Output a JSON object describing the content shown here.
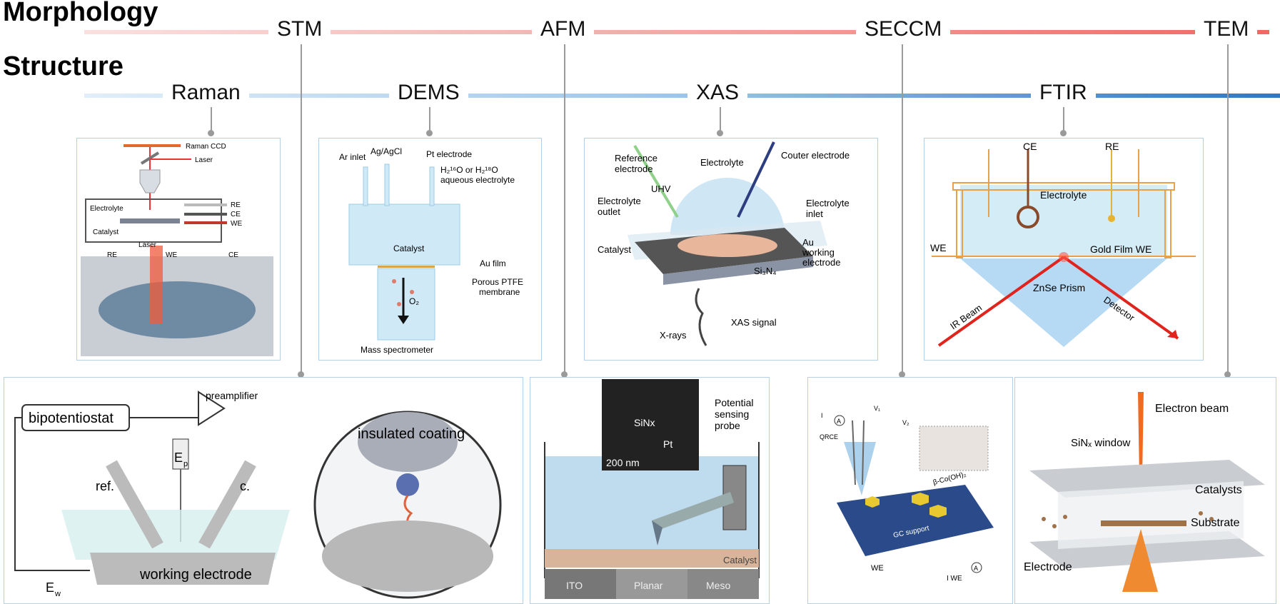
{
  "headings": {
    "morphology": "Morphology",
    "structure": "Structure"
  },
  "morphology_techniques": [
    "STM",
    "AFM",
    "SECCM",
    "TEM"
  ],
  "structure_techniques": [
    "Raman",
    "DEMS",
    "XAS",
    "FTIR"
  ],
  "raman": {
    "ccd": "Raman CCD",
    "laser": "Laser",
    "electrolyte": "Electrolyte",
    "catalyst": "Catalyst",
    "re": "RE",
    "ce": "CE",
    "we": "WE",
    "photo_laser": "Laser",
    "photo_re": "RE",
    "photo_we": "WE",
    "photo_ce": "CE"
  },
  "dems": {
    "ar_inlet": "Ar inlet",
    "agcl": "Ag/AgCl",
    "pt": "Pt electrode",
    "water": "H₂¹⁶O or H₂¹⁸O",
    "aqueous": "aqueous electrolyte",
    "catalyst": "Catalyst",
    "au_film": "Au film",
    "ptfe1": "Porous PTFE",
    "ptfe2": "membrane",
    "o2": "O₂",
    "ms": "Mass spectrometer"
  },
  "xas": {
    "ref1": "Reference",
    "ref2": "electrode",
    "electrolyte": "Electrolyte",
    "couter": "Couter electrode",
    "uhv": "UHV",
    "outlet1": "Electrolyte",
    "outlet2": "outlet",
    "inlet1": "Electrolyte",
    "inlet2": "inlet",
    "catalyst": "Catalyst",
    "au1": "Au",
    "au2": "working",
    "au3": "electrode",
    "si3n4": "Si₃N₄",
    "xrays": "X-rays",
    "signal": "XAS signal"
  },
  "ftir": {
    "ce": "CE",
    "re": "RE",
    "electrolyte": "Electrolyte",
    "we": "WE",
    "gold": "Gold Film WE",
    "prism": "ZnSe Prism",
    "ir": "IR Beam",
    "detector": "Detector"
  },
  "stm": {
    "bipot": "bipotentiostat",
    "preamp": "preamplifier",
    "ep": "E",
    "ep_sub": "p",
    "ref": "ref.",
    "c": "c.",
    "ew": "E",
    "ew_sub": "w",
    "working": "working electrode",
    "coating": "insulated coating"
  },
  "afm": {
    "sinx": "SiNx",
    "pt": "Pt",
    "scale": "200 nm",
    "probe1": "Potential",
    "probe2": "sensing",
    "probe3": "probe",
    "catalyst": "Catalyst",
    "ito": "ITO",
    "planar": "Planar",
    "meso": "Meso"
  },
  "seccm": {
    "iwe": "I",
    "v1": "V₁",
    "v2": "V₂",
    "qrce": "QRCE",
    "coh": "β-Co(OH)₂",
    "gc": "GC support",
    "we": "WE",
    "iwe2": "I WE",
    "a": "A"
  },
  "tem": {
    "beam": "Electron beam",
    "window": "SiNₓ window",
    "catalysts": "Catalysts",
    "substrate": "Substrate",
    "electrode": "Electrode"
  },
  "colors": {
    "morph_band_start": "#f9d2d2",
    "morph_band_end": "#f0706a",
    "struct_band_start": "#d6e8f7",
    "struct_band_end": "#2f78c4",
    "panel_border": "#b7d0ea",
    "connector": "#9a9a9a"
  }
}
